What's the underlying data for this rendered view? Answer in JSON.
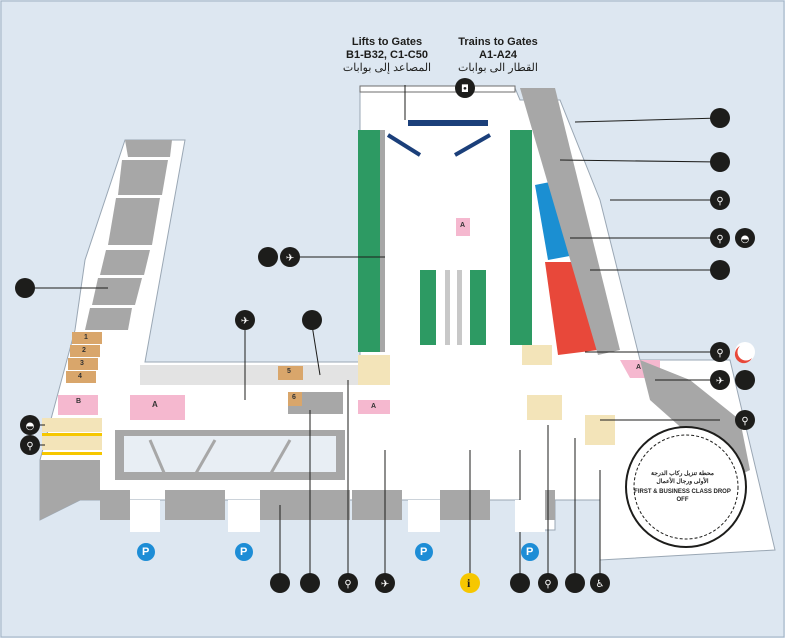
{
  "header": {
    "lifts": {
      "en1": "Lifts to Gates",
      "en2": "B1-B32, C1-C50",
      "ar": "المصاعد إلى بوابات"
    },
    "trains": {
      "en1": "Trains to Gates",
      "en2": "A1-A24",
      "ar": "القطار الى بوابات"
    }
  },
  "drop_off": {
    "ar1": "محطة تنزيل ركاب الدرجة",
    "ar2": "الأولى ورجال الأعمال",
    "en": "FIRST & BUSINESS CLASS DROP OFF"
  },
  "zone_labels": {
    "a": "A",
    "b": "B",
    "one": "1",
    "two": "2",
    "three": "3",
    "four": "4",
    "five": "5",
    "six": "6"
  },
  "info_symbol": "i",
  "parking_symbol": "P",
  "colors": {
    "background": "#dde7f1",
    "floor": "#ffffff",
    "building": "#a7a7a7",
    "green_counters": "#2d9a63",
    "blue_counters": "#1b8fd2",
    "red_counters": "#e8483a",
    "pink_zone": "#f5b8cf",
    "beige_zone": "#f3e4b9",
    "orange_zone": "#d9a66b",
    "yellow_marker": "#f6c700",
    "parking": "#1d8dd6",
    "icon_dark": "#1d1d1b"
  },
  "icons": [
    "lift-icon",
    "train-icon",
    "arrivals-icon",
    "departures-icon",
    "restroom-icon",
    "prayer-room-icon",
    "first-aid-icon",
    "baggage-icon",
    "luggage-trolley-icon",
    "meet-and-greet-icon",
    "family-icon",
    "parking-icon",
    "information-icon",
    "taxi-icon",
    "bus-icon",
    "accessibility-icon"
  ]
}
